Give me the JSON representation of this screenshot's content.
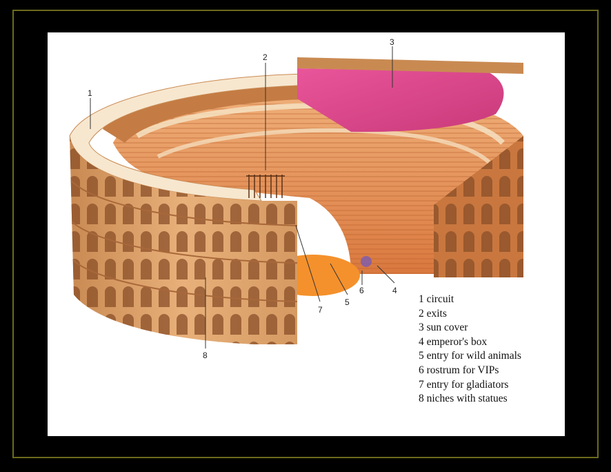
{
  "callouts": [
    "1",
    "2",
    "3",
    "4",
    "5",
    "6",
    "7",
    "8"
  ],
  "legend": [
    "1 circuit",
    "2 exits",
    "3 sun cover",
    "4 emperor's box",
    "5 entry for wild animals",
    "6 rostrum for VIPs",
    "7 entry for gladiators",
    "8 niches with statues"
  ],
  "colors": {
    "frame_border": "#6b6b1e",
    "stone": "#dca06a",
    "seating": "#e59656",
    "sun_cover": "#e0458a",
    "arena": "#f4912c"
  }
}
